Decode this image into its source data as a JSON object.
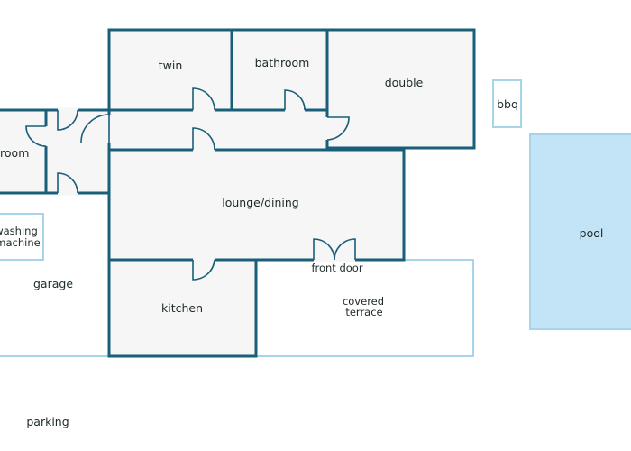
{
  "colors": {
    "wall": "#1a5f7a",
    "outline": "#a8d4ea",
    "room_fill": "#f6f6f6",
    "pool_fill": "#c2e4f6",
    "text": "#1e2a2a"
  },
  "rooms": {
    "twin": "twin",
    "bathroom_top": "bathroom",
    "double": "double",
    "bathroom_left": "bathroom",
    "lounge": "lounge/dining",
    "kitchen": "kitchen"
  },
  "outdoor": {
    "bbq": "bbq",
    "pool": "pool",
    "washing_line1": "washing",
    "washing_line2": "machine",
    "garage": "garage",
    "front_door": "front door",
    "terrace_line1": "covered",
    "terrace_line2": "terrace",
    "parking": "parking"
  }
}
